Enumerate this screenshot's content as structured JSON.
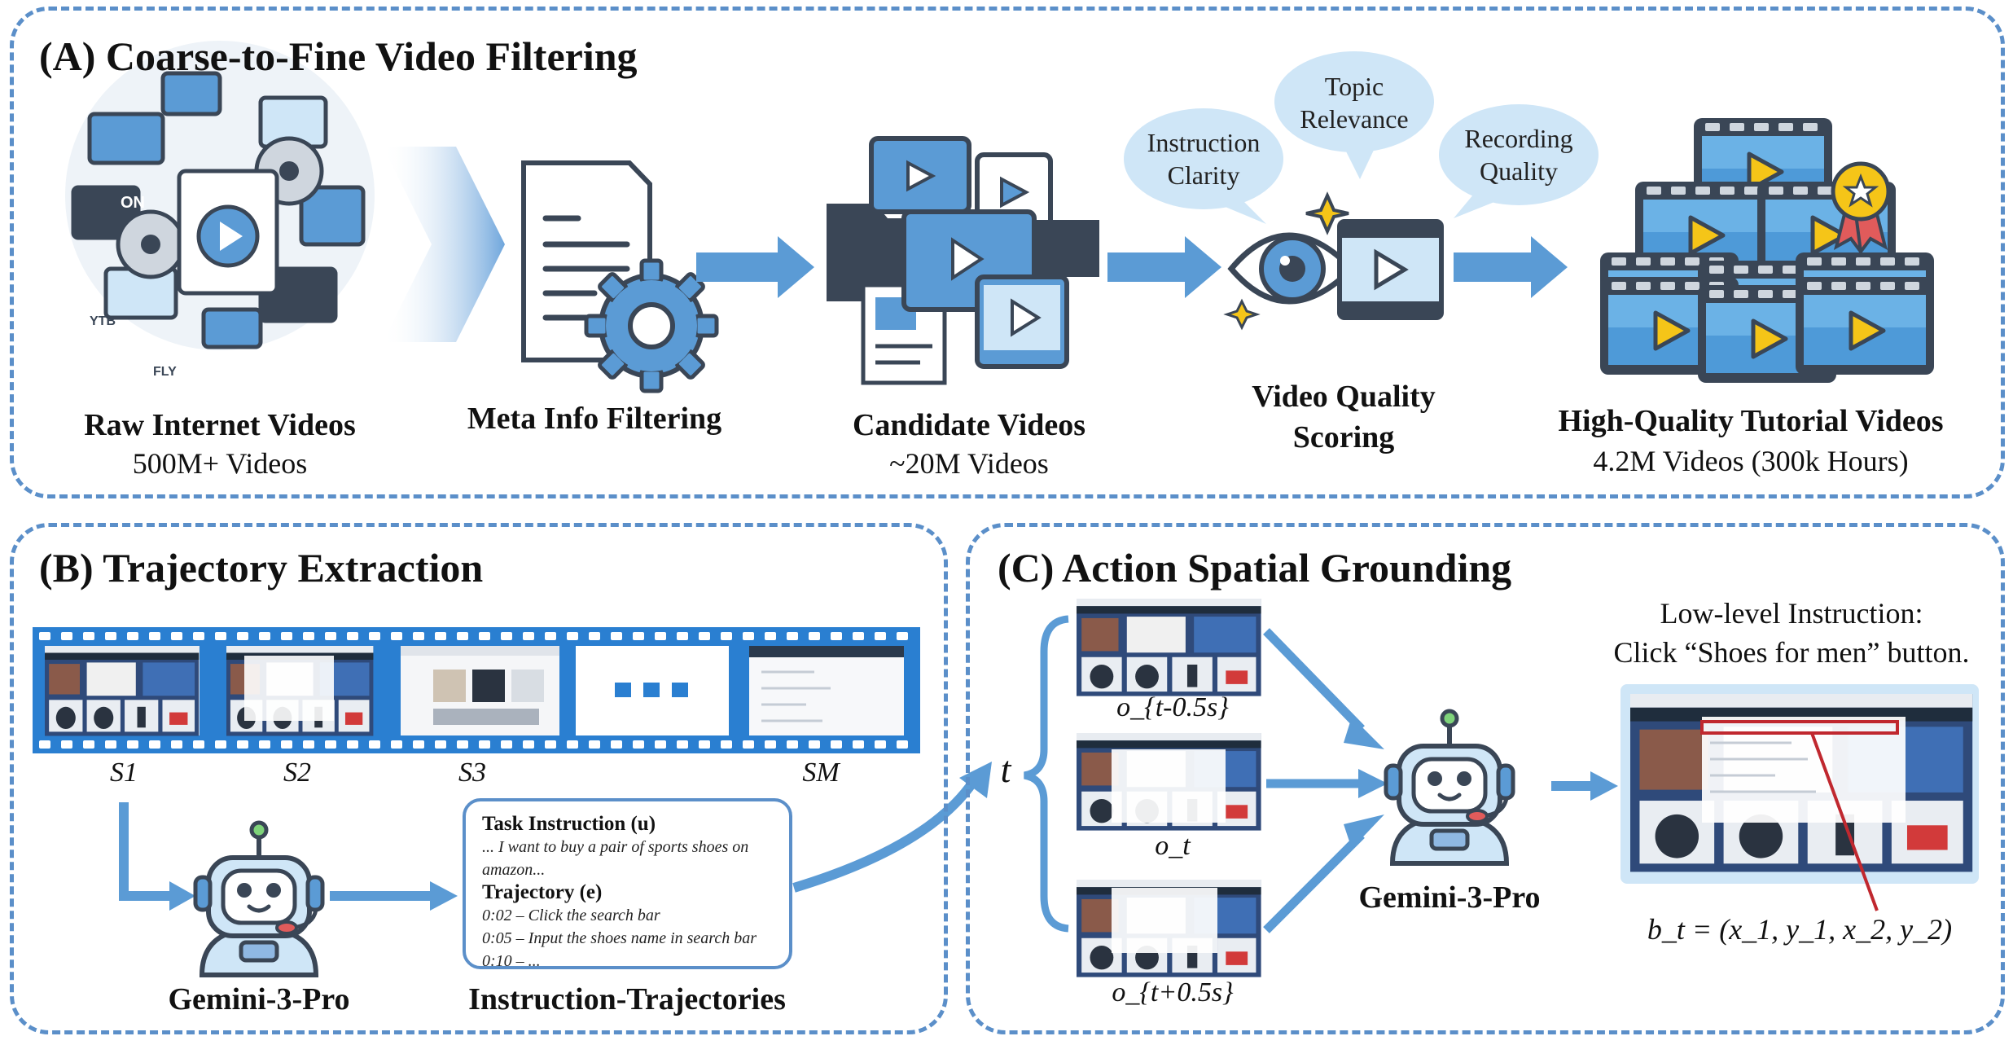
{
  "panel_a": {
    "title": "(A) Coarse-to-Fine Video Filtering",
    "raw": {
      "name": "Raw Internet Videos",
      "count": "500M+ Videos"
    },
    "meta": {
      "name": "Meta Info Filtering"
    },
    "candidate": {
      "name": "Candidate Videos",
      "count": "~20M Videos"
    },
    "scoring": {
      "name_line1": "Video Quality",
      "name_line2": "Scoring"
    },
    "bubbles": {
      "instruction_line1": "Instruction",
      "instruction_line2": "Clarity",
      "topic_line1": "Topic",
      "topic_line2": "Relevance",
      "recording_line1": "Recording",
      "recording_line2": "Quality"
    },
    "hq": {
      "name": "High-Quality Tutorial Videos",
      "count": "4.2M Videos (300k Hours)"
    },
    "icon_badges": {
      "on": "ON",
      "ytb": "YTB",
      "fly": "FLY"
    }
  },
  "panel_b": {
    "title": "(B) Trajectory Extraction",
    "frames": [
      "S1",
      "S2",
      "S3",
      "SM"
    ],
    "model": "Gemini-3-Pro",
    "card": {
      "task_heading": "Task Instruction (u)",
      "task_line1": "... I want to buy a pair of sports shoes on",
      "task_line2": "amazon...",
      "traj_heading": "Trajectory (e)",
      "steps": [
        "0:02 – Click the search bar",
        "0:05 – Input the shoes name in search bar",
        "0:10 – ..."
      ]
    },
    "output_label": "Instruction-Trajectories"
  },
  "panel_c": {
    "title": "(C) Action Spatial Grounding",
    "t_label": "t",
    "frame_labels": [
      "o_{t-0.5s}",
      "o_t",
      "o_{t+0.5s}"
    ],
    "model": "Gemini-3-Pro",
    "instruction_line1": "Low-level Instruction:",
    "instruction_line2": "Click “Shoes for men” button.",
    "bbox_formula": "b_t = (x_1, y_1, x_2, y_2)"
  },
  "colors": {
    "accent": "#5b8fc9",
    "arrow": "#5b9bd5",
    "light_blue": "#cfe6f7",
    "dark": "#3a4656",
    "play": "#f5c518"
  }
}
